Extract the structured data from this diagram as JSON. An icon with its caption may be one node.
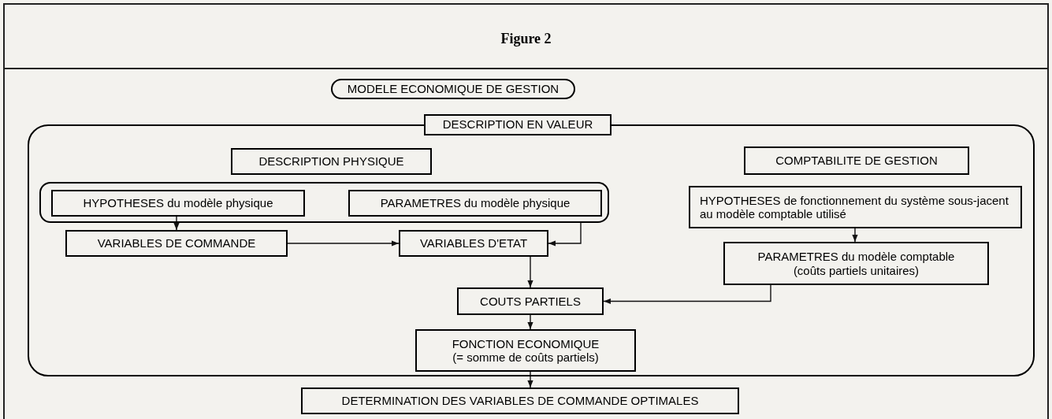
{
  "diagram": {
    "title": "Figure 2",
    "nodes": [
      {
        "text": [
          "MODELE ECONOMIQUE DE GESTION"
        ]
      },
      {
        "text": [
          "DESCRIPTION EN VALEUR"
        ]
      },
      {
        "text": [
          "DESCRIPTION PHYSIQUE"
        ],
        "in": 1
      },
      {
        "text": [],
        "shape": "box",
        "in": 1
      },
      {
        "text": [
          "HYPOTHESES du modèle physique"
        ],
        "in": 3
      },
      {
        "text": [
          "PARAMETRES du modèle physique"
        ],
        "in": 3
      },
      {
        "text": [
          "VARIABLES DE COMMANDE"
        ],
        "in": 1
      },
      {
        "text": [
          "VARIABLES D'ETAT"
        ],
        "in": 1
      },
      {
        "text": [
          "COMPTABILITE DE GESTION"
        ],
        "in": 1
      },
      {
        "text": [
          "HYPOTHESES de fonctionnement du système sous-jacent au modèle comptable utilisé"
        ],
        "in": 1
      },
      {
        "text": [
          "PARAMETRES du modèle comptable",
          "(coûts partiels unitaires)"
        ],
        "in": 1
      },
      {
        "text": [
          "COUTS PARTIELS"
        ],
        "in": 1
      },
      {
        "text": [
          "FONCTION ECONOMIQUE",
          "(= somme de coûts partiels)"
        ],
        "in": 1
      },
      {
        "text": [
          "DETERMINATION DES VARIABLES DE COMMANDE OPTIMALES"
        ]
      }
    ],
    "edges": [
      {
        "from": 4,
        "to": 6,
        "arrow": "to"
      },
      {
        "from": 6,
        "to": 7,
        "arrow": "to"
      },
      {
        "from": 3,
        "to": 7,
        "arrow": "to"
      },
      {
        "from": 7,
        "to": 11,
        "arrow": "to"
      },
      {
        "from": 9,
        "to": 10,
        "arrow": "to"
      },
      {
        "from": 10,
        "to": 11,
        "arrow": "to"
      },
      {
        "from": 11,
        "to": 12,
        "arrow": "to"
      },
      {
        "from": 12,
        "to": 13,
        "arrow": "to"
      }
    ]
  }
}
